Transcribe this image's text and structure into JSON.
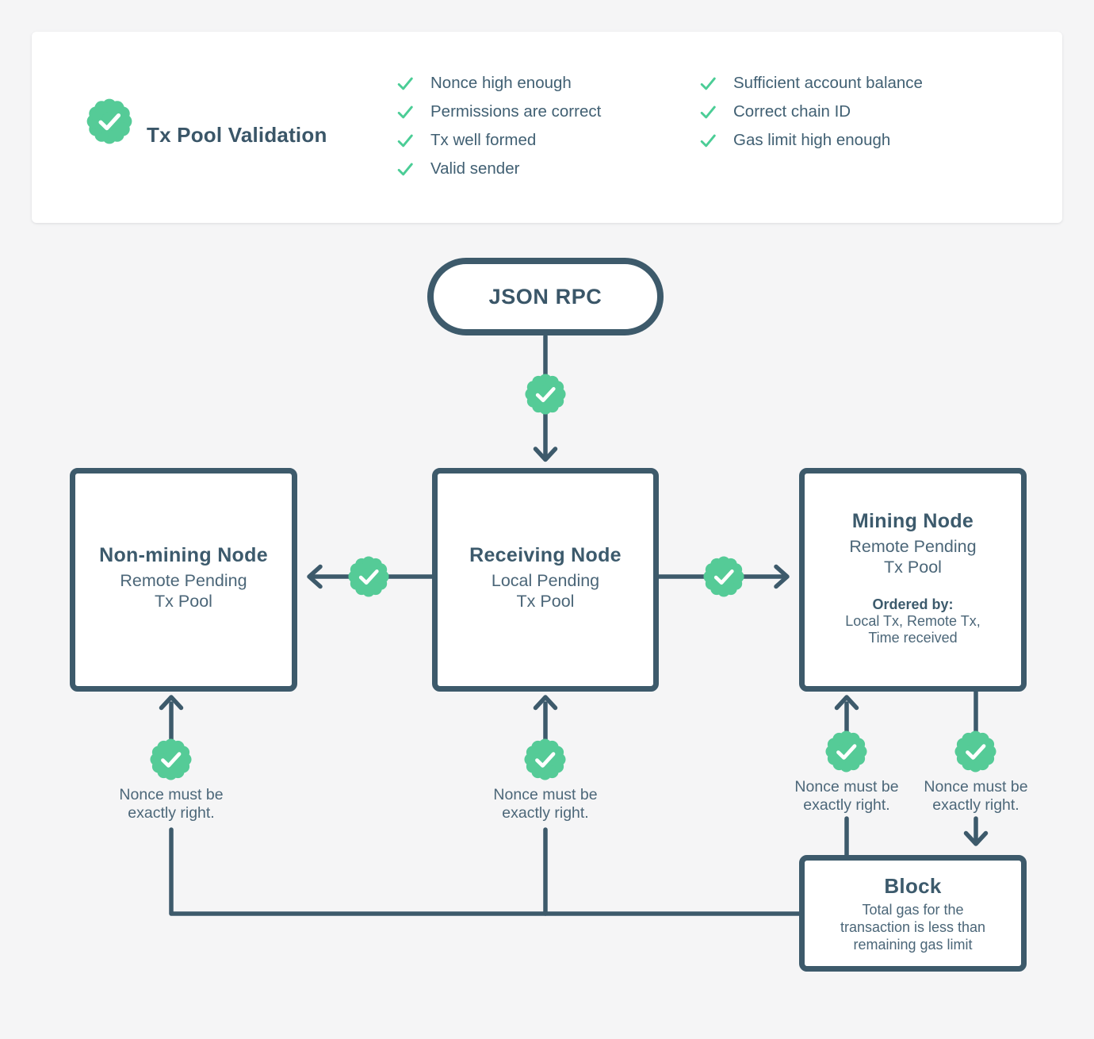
{
  "colors": {
    "background": "#f5f5f6",
    "card_background": "#ffffff",
    "slate": "#3d5a6b",
    "slate_soft": "#4b6678",
    "badge_green": "#55cb97",
    "check_green": "#4bcd96"
  },
  "validation_card": {
    "title": "Tx Pool Validation",
    "badge_icon": "check-seal-icon",
    "check_icon": "checkmark-icon",
    "checklist_left": [
      "Nonce high enough",
      "Permissions are correct",
      "Tx well formed",
      "Valid sender"
    ],
    "checklist_right": [
      "Sufficient account balance",
      "Correct chain ID",
      "Gas limit high enough"
    ]
  },
  "flowchart": {
    "entry": {
      "label": "JSON RPC"
    },
    "nodes": {
      "non_mining": {
        "title": "Non-mining Node",
        "lines": [
          "Remote Pending",
          "Tx Pool"
        ]
      },
      "receiving": {
        "title": "Receiving Node",
        "lines": [
          "Local Pending",
          "Tx Pool"
        ]
      },
      "mining": {
        "title": "Mining Node",
        "lines": [
          "Remote Pending",
          "Tx Pool"
        ],
        "ordered_by_label": "Ordered by:",
        "ordered_by_lines": [
          "Local Tx, Remote Tx,",
          "Time received"
        ]
      },
      "block": {
        "title": "Block",
        "lines": [
          "Total gas for the",
          "transaction is less than",
          "remaining gas limit"
        ]
      }
    },
    "nonce_notes": [
      {
        "lines": [
          "Nonce must be",
          "exactly right."
        ]
      },
      {
        "lines": [
          "Nonce must be",
          "exactly right."
        ]
      },
      {
        "lines": [
          "Nonce must be",
          "exactly right."
        ]
      },
      {
        "lines": [
          "Nonce must be",
          "exactly right."
        ]
      }
    ]
  }
}
